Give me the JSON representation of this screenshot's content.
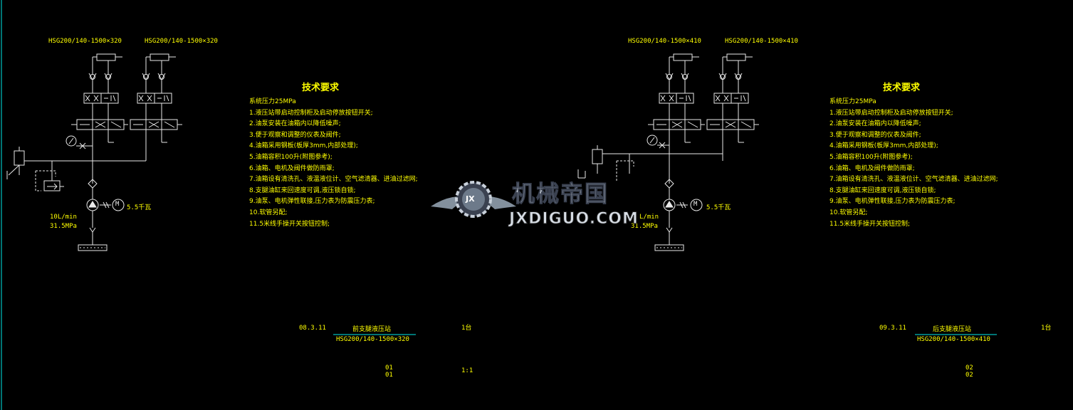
{
  "left": {
    "cyl_labels": [
      "HSG200/140-1500×320",
      "HSG200/140-1500×320"
    ],
    "flow": "10L/min",
    "pressure": "31.5MPa",
    "motor": "5.5千瓦",
    "motor_symbol": "M",
    "requirements": {
      "title": "技术要求",
      "lines": [
        "系统压力25MPa",
        "1.液压站带启动控制柜及启动停放按钮开关;",
        "2.油泵安装在油箱内以降低噪声;",
        "3.便于观察和调整的仪表及阀件;",
        "4.油箱采用钢板(板厚3mm,内部处理);",
        "5.油箱容积100升(附图参考);",
        "6.油箱、电机及阀件做防雨罩;",
        "7.油箱设有清洗孔、液温液位计、空气滤清器、进油过滤网;",
        "8.支腿油缸来回速度可调,液压锁自锁;",
        "9.油泵、电机弹性联接,压力表为防震压力表;",
        "10.软管另配;",
        "11.5米线手操开关按钮控制;"
      ]
    },
    "title_block": {
      "date": "08.3.11",
      "name": "前支腿液压站",
      "model": "HSG200/140-1500×320",
      "qty": "1台",
      "no1": "01",
      "no2": "01",
      "scale": "1:1"
    }
  },
  "right": {
    "cyl_labels": [
      "HSG200/140-1500×410",
      "HSG200/140-1500×410"
    ],
    "flow": "L/min",
    "pressure": "31.5MPa",
    "motor": "5.5千瓦",
    "motor_symbol": "M",
    "requirements": {
      "title": "技术要求",
      "lines": [
        "系统压力25MPa",
        "1.液压站带启动控制柜及启动停放按钮开关;",
        "2.油泵安装在油箱内以降低噪声;",
        "3.便于观察和调整的仪表及阀件;",
        "4.油箱采用钢板(板厚3mm,内部处理);",
        "5.油箱容积100升(附图参考);",
        "6.油箱、电机及阀件做防雨罩;",
        "7.油箱设有清洗孔、液温液位计、空气滤清器、进油过滤网;",
        "8.支腿油缸来回速度可调,液压锁自锁;",
        "9.油泵、电机弹性联接,压力表为防震压力表;",
        "10.软管另配;",
        "11.5米线手操开关按钮控制;"
      ]
    },
    "title_block": {
      "date": "09.3.11",
      "name": "后支腿液压站",
      "model": "HSG200/140-1500×410",
      "qty": "1台",
      "no1": "02",
      "no2": "02"
    }
  },
  "watermark": {
    "logo_text": "机械帝国",
    "url_text": "JXDIGUO.COM",
    "badge": "JX"
  },
  "colors": {
    "background": "#000000",
    "line": "#e8e8e8",
    "text": "#00e8e8",
    "accent": "#ffff00"
  }
}
